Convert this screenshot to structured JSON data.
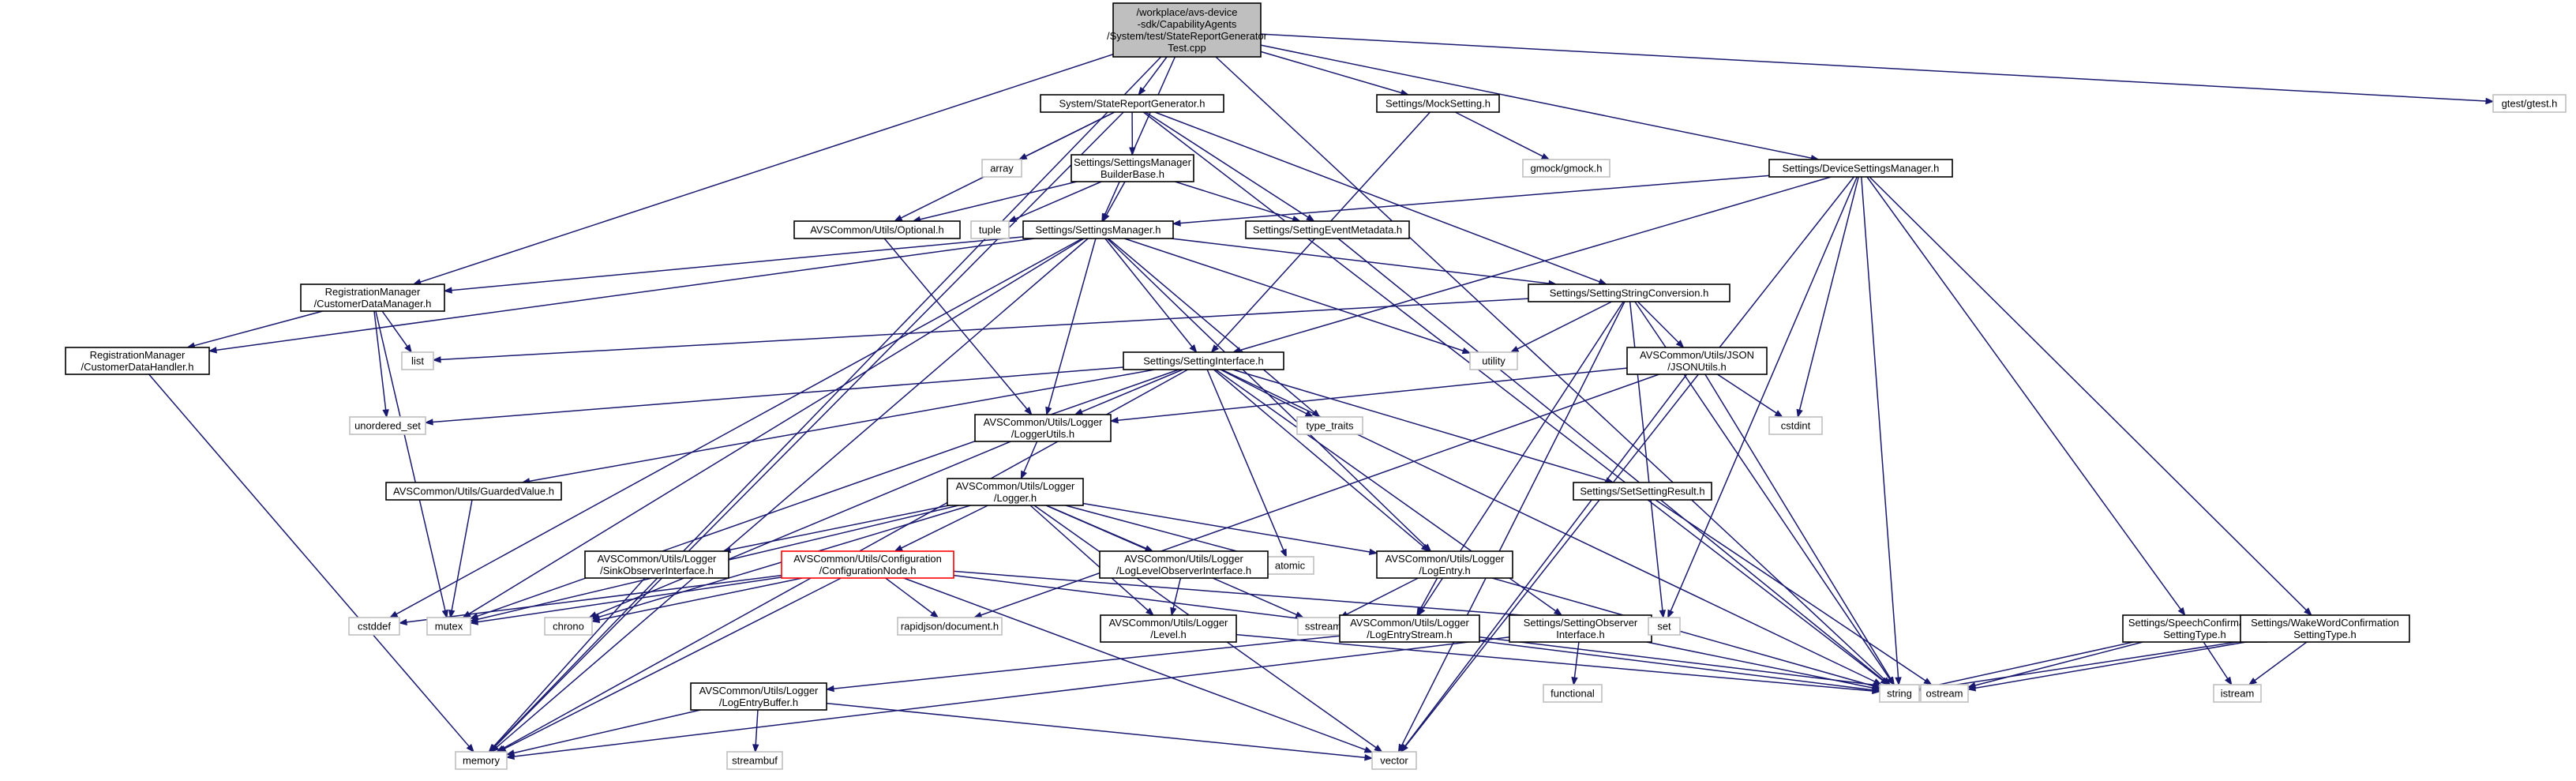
{
  "diagram": {
    "root_file": "/workplace/avs-device-sdk/CapabilityAgents/System/test/StateReportGeneratorTest.cpp",
    "nodes": [
      {
        "id": "root",
        "lines": [
          "/workplace/avs-device",
          "-sdk/CapabilityAgents",
          "/System/test/StateReportGenerator",
          "Test.cpp"
        ],
        "style": "root"
      },
      {
        "id": "srg",
        "lines": [
          "System/StateReportGenerator.h"
        ],
        "style": "normal"
      },
      {
        "id": "mocksetting",
        "lines": [
          "Settings/MockSetting.h"
        ],
        "style": "normal"
      },
      {
        "id": "gtest",
        "lines": [
          "gtest/gtest.h"
        ],
        "style": "external"
      },
      {
        "id": "array",
        "lines": [
          "array"
        ],
        "style": "external"
      },
      {
        "id": "smbb",
        "lines": [
          "Settings/SettingsManager",
          "BuilderBase.h"
        ],
        "style": "normal"
      },
      {
        "id": "gmock",
        "lines": [
          "gmock/gmock.h"
        ],
        "style": "external"
      },
      {
        "id": "dsm",
        "lines": [
          "Settings/DeviceSettingsManager.h"
        ],
        "style": "normal"
      },
      {
        "id": "optional",
        "lines": [
          "AVSCommon/Utils/Optional.h"
        ],
        "style": "normal"
      },
      {
        "id": "tuple",
        "lines": [
          "tuple"
        ],
        "style": "external"
      },
      {
        "id": "sm",
        "lines": [
          "Settings/SettingsManager.h"
        ],
        "style": "normal"
      },
      {
        "id": "sem",
        "lines": [
          "Settings/SettingEventMetadata.h"
        ],
        "style": "normal"
      },
      {
        "id": "rmcdm",
        "lines": [
          "RegistrationManager",
          "/CustomerDataManager.h"
        ],
        "style": "normal"
      },
      {
        "id": "ssc",
        "lines": [
          "Settings/SettingStringConversion.h"
        ],
        "style": "normal"
      },
      {
        "id": "rmcdh",
        "lines": [
          "RegistrationManager",
          "/CustomerDataHandler.h"
        ],
        "style": "normal"
      },
      {
        "id": "list",
        "lines": [
          "list"
        ],
        "style": "external"
      },
      {
        "id": "si",
        "lines": [
          "Settings/SettingInterface.h"
        ],
        "style": "normal"
      },
      {
        "id": "utility",
        "lines": [
          "utility"
        ],
        "style": "external"
      },
      {
        "id": "json",
        "lines": [
          "AVSCommon/Utils/JSON",
          "/JSONUtils.h"
        ],
        "style": "normal"
      },
      {
        "id": "uset",
        "lines": [
          "unordered_set"
        ],
        "style": "external"
      },
      {
        "id": "loggerutils",
        "lines": [
          "AVSCommon/Utils/Logger",
          "/LoggerUtils.h"
        ],
        "style": "normal"
      },
      {
        "id": "typetraits",
        "lines": [
          "type_traits"
        ],
        "style": "external"
      },
      {
        "id": "cstdint",
        "lines": [
          "cstdint"
        ],
        "style": "external"
      },
      {
        "id": "guarded",
        "lines": [
          "AVSCommon/Utils/GuardedValue.h"
        ],
        "style": "normal"
      },
      {
        "id": "logger",
        "lines": [
          "AVSCommon/Utils/Logger",
          "/Logger.h"
        ],
        "style": "normal"
      },
      {
        "id": "ssr",
        "lines": [
          "Settings/SetSettingResult.h"
        ],
        "style": "normal"
      },
      {
        "id": "atomic",
        "lines": [
          "atomic"
        ],
        "style": "external"
      },
      {
        "id": "sink",
        "lines": [
          "AVSCommon/Utils/Logger",
          "/SinkObserverInterface.h"
        ],
        "style": "normal"
      },
      {
        "id": "confignode",
        "lines": [
          "AVSCommon/Utils/Configuration",
          "/ConfigurationNode.h"
        ],
        "style": "highlight"
      },
      {
        "id": "llo",
        "lines": [
          "AVSCommon/Utils/Logger",
          "/LogLevelObserverInterface.h"
        ],
        "style": "normal"
      },
      {
        "id": "logentry",
        "lines": [
          "AVSCommon/Utils/Logger",
          "/LogEntry.h"
        ],
        "style": "normal"
      },
      {
        "id": "cstddef",
        "lines": [
          "cstddef"
        ],
        "style": "external"
      },
      {
        "id": "mutex",
        "lines": [
          "mutex"
        ],
        "style": "external"
      },
      {
        "id": "chrono",
        "lines": [
          "chrono"
        ],
        "style": "external"
      },
      {
        "id": "rapidjson",
        "lines": [
          "rapidjson/document.h"
        ],
        "style": "external"
      },
      {
        "id": "level",
        "lines": [
          "AVSCommon/Utils/Logger",
          "/Level.h"
        ],
        "style": "normal"
      },
      {
        "id": "sstream",
        "lines": [
          "sstream"
        ],
        "style": "external"
      },
      {
        "id": "lestream",
        "lines": [
          "AVSCommon/Utils/Logger",
          "/LogEntryStream.h"
        ],
        "style": "normal"
      },
      {
        "id": "soi",
        "lines": [
          "Settings/SettingObserver",
          "Interface.h"
        ],
        "style": "normal"
      },
      {
        "id": "set",
        "lines": [
          "set"
        ],
        "style": "external"
      },
      {
        "id": "spct",
        "lines": [
          "Settings/SpeechConfirmation",
          "SettingType.h"
        ],
        "style": "normal"
      },
      {
        "id": "wwct",
        "lines": [
          "Settings/WakeWordConfirmation",
          "SettingType.h"
        ],
        "style": "normal"
      },
      {
        "id": "string",
        "lines": [
          "string"
        ],
        "style": "external"
      },
      {
        "id": "ostream",
        "lines": [
          "ostream"
        ],
        "style": "external"
      },
      {
        "id": "istream",
        "lines": [
          "istream"
        ],
        "style": "external"
      },
      {
        "id": "functional",
        "lines": [
          "functional"
        ],
        "style": "external"
      },
      {
        "id": "lebuffer",
        "lines": [
          "AVSCommon/Utils/Logger",
          "/LogEntryBuffer.h"
        ],
        "style": "normal"
      },
      {
        "id": "memory",
        "lines": [
          "memory"
        ],
        "style": "external"
      },
      {
        "id": "vector",
        "lines": [
          "vector"
        ],
        "style": "external"
      },
      {
        "id": "streambuf",
        "lines": [
          "streambuf"
        ],
        "style": "external"
      }
    ],
    "edges": [
      [
        "root",
        "srg"
      ],
      [
        "root",
        "mocksetting"
      ],
      [
        "root",
        "gtest"
      ],
      [
        "root",
        "dsm"
      ],
      [
        "root",
        "sm"
      ],
      [
        "root",
        "rmcdm"
      ],
      [
        "root",
        "memory"
      ],
      [
        "root",
        "string"
      ],
      [
        "srg",
        "array"
      ],
      [
        "srg",
        "smbb"
      ],
      [
        "srg",
        "optional"
      ],
      [
        "srg",
        "sem"
      ],
      [
        "srg",
        "ssc"
      ],
      [
        "srg",
        "memory"
      ],
      [
        "srg",
        "string"
      ],
      [
        "mocksetting",
        "gmock"
      ],
      [
        "mocksetting",
        "si"
      ],
      [
        "smbb",
        "tuple"
      ],
      [
        "smbb",
        "sm"
      ],
      [
        "smbb",
        "sem"
      ],
      [
        "smbb",
        "optional"
      ],
      [
        "dsm",
        "sm"
      ],
      [
        "dsm",
        "si"
      ],
      [
        "dsm",
        "spct"
      ],
      [
        "dsm",
        "wwct"
      ],
      [
        "dsm",
        "cstdint"
      ],
      [
        "dsm",
        "set"
      ],
      [
        "dsm",
        "string"
      ],
      [
        "dsm",
        "vector"
      ],
      [
        "optional",
        "loggerutils"
      ],
      [
        "sm",
        "rmcdm"
      ],
      [
        "sm",
        "rmcdh"
      ],
      [
        "sm",
        "ssc"
      ],
      [
        "sm",
        "si"
      ],
      [
        "sm",
        "loggerutils"
      ],
      [
        "sm",
        "logentry"
      ],
      [
        "sm",
        "typetraits"
      ],
      [
        "sm",
        "utility"
      ],
      [
        "sm",
        "cstddef"
      ],
      [
        "sm",
        "mutex"
      ],
      [
        "sm",
        "memory"
      ],
      [
        "sem",
        "string"
      ],
      [
        "rmcdm",
        "rmcdh"
      ],
      [
        "rmcdm",
        "list"
      ],
      [
        "rmcdm",
        "uset"
      ],
      [
        "rmcdm",
        "mutex"
      ],
      [
        "rmcdh",
        "memory"
      ],
      [
        "ssc",
        "json"
      ],
      [
        "ssc",
        "list"
      ],
      [
        "ssc",
        "utility"
      ],
      [
        "ssc",
        "lestream"
      ],
      [
        "ssc",
        "set"
      ],
      [
        "ssc",
        "string"
      ],
      [
        "ssc",
        "vector"
      ],
      [
        "si",
        "uset"
      ],
      [
        "si",
        "loggerutils"
      ],
      [
        "si",
        "typetraits"
      ],
      [
        "si",
        "guarded"
      ],
      [
        "si",
        "atomic"
      ],
      [
        "si",
        "logentry"
      ],
      [
        "si",
        "ssr"
      ],
      [
        "si",
        "soi"
      ],
      [
        "si",
        "mutex"
      ],
      [
        "si",
        "memory"
      ],
      [
        "si",
        "string"
      ],
      [
        "json",
        "loggerutils"
      ],
      [
        "json",
        "cstdint"
      ],
      [
        "json",
        "rapidjson"
      ],
      [
        "json",
        "string"
      ],
      [
        "json",
        "vector"
      ],
      [
        "loggerutils",
        "logger"
      ],
      [
        "loggerutils",
        "chrono"
      ],
      [
        "guarded",
        "mutex"
      ],
      [
        "logger",
        "sink"
      ],
      [
        "logger",
        "confignode"
      ],
      [
        "logger",
        "llo"
      ],
      [
        "logger",
        "logentry"
      ],
      [
        "logger",
        "level"
      ],
      [
        "logger",
        "atomic"
      ],
      [
        "logger",
        "sstream"
      ],
      [
        "logger",
        "chrono"
      ],
      [
        "logger",
        "mutex"
      ],
      [
        "logger",
        "vector"
      ],
      [
        "ssr",
        "ostream"
      ],
      [
        "sink",
        "memory"
      ],
      [
        "confignode",
        "cstddef"
      ],
      [
        "confignode",
        "mutex"
      ],
      [
        "confignode",
        "chrono"
      ],
      [
        "confignode",
        "rapidjson"
      ],
      [
        "confignode",
        "set"
      ],
      [
        "confignode",
        "string"
      ],
      [
        "confignode",
        "memory"
      ],
      [
        "confignode",
        "vector"
      ],
      [
        "llo",
        "level"
      ],
      [
        "logentry",
        "lestream"
      ],
      [
        "logentry",
        "sstream"
      ],
      [
        "logentry",
        "string"
      ],
      [
        "level",
        "string"
      ],
      [
        "lestream",
        "lebuffer"
      ],
      [
        "lestream",
        "ostream"
      ],
      [
        "soi",
        "functional"
      ],
      [
        "soi",
        "memory"
      ],
      [
        "soi",
        "string"
      ],
      [
        "spct",
        "istream"
      ],
      [
        "spct",
        "ostream"
      ],
      [
        "spct",
        "string"
      ],
      [
        "wwct",
        "istream"
      ],
      [
        "wwct",
        "ostream"
      ],
      [
        "wwct",
        "string"
      ],
      [
        "lebuffer",
        "memory"
      ],
      [
        "lebuffer",
        "streambuf"
      ],
      [
        "lebuffer",
        "vector"
      ]
    ]
  }
}
